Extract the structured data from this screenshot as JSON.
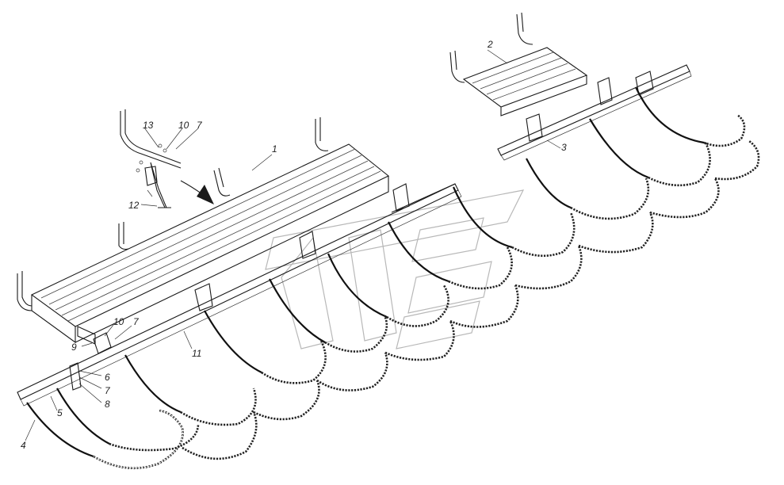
{
  "callouts": {
    "c1": "1",
    "c2": "2",
    "c3": "3",
    "c4": "4",
    "c5": "5",
    "c6": "6",
    "c7a": "7",
    "c7b": "7",
    "c7c": "7",
    "c8": "8",
    "c9": "9",
    "c10a": "10",
    "c10b": "10",
    "c11": "11",
    "c12": "12",
    "c13": "13"
  },
  "colors": {
    "ink": "#1a1a1a",
    "background": "#ffffff",
    "watermark": "#b8b8b8"
  }
}
